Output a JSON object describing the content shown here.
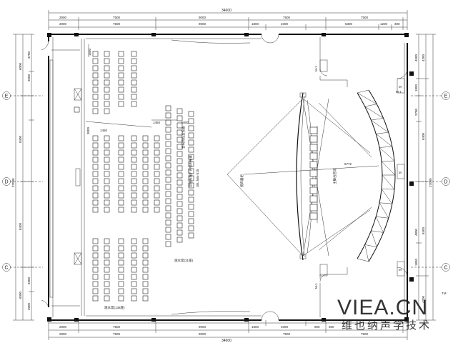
{
  "dimensions": {
    "overall": "34600",
    "top_row1": [
      "2900",
      "7500",
      "9000",
      "7500",
      "7500"
    ],
    "top_row2": [
      "2900",
      "7500",
      "9000",
      "1800",
      "4000",
      "5300",
      "1200",
      "300"
    ],
    "bottom_row1": [
      "2900",
      "7500",
      "9000",
      "7500",
      "7500"
    ],
    "bottom_row2": [
      "2900",
      "7500",
      "9000",
      "1800",
      "4000",
      "900",
      "300"
    ],
    "left_outer": [
      "6000",
      "8400",
      "8400",
      "6000"
    ],
    "left_outer_total": "27000",
    "left_inner": [
      "3700",
      "3500",
      "3300",
      "2000"
    ],
    "right_outer": [
      "4200",
      "8400",
      "8400",
      "4200"
    ],
    "right_outer_total": "27000",
    "right_inner": [
      "4500",
      "1850",
      "2700",
      "4800",
      "1850"
    ],
    "interior": [
      "1650",
      "3000",
      "1450",
      "1450",
      "5000",
      "5772"
    ]
  },
  "axes": {
    "e": "E",
    "d": "D",
    "c": "C"
  },
  "labels": {
    "door_top": "M-1",
    "door_top_b": "M-1",
    "door_bottom": "M-1",
    "equip_label": "音响调控室设备",
    "speaker_line1": "音响系统扩声机柜布置",
    "speaker_line2": "JBL  Mrx-515",
    "speaker_side": "扬声器组",
    "stage_label": "主舞台区域",
    "seating_center": "观众席(31座)",
    "seating_rear": "观众席(138座)",
    "equip_marks": [
      "M",
      "M",
      "M"
    ]
  },
  "watermark": {
    "brand": "VIEA.CN",
    "tm": "TM",
    "tagline": "维也纳声学技术"
  }
}
